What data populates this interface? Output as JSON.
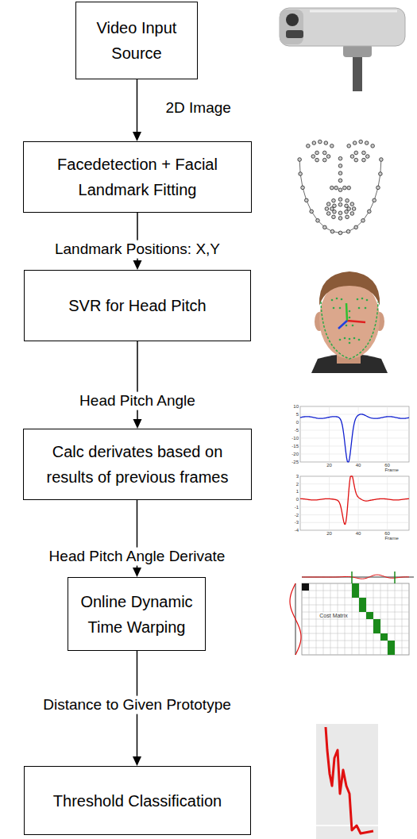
{
  "diagram": {
    "nodes": [
      {
        "text": [
          "Video Input Source"
        ]
      },
      {
        "text": [
          "Facedetection + Facial Landmark Fitting"
        ]
      },
      {
        "text": [
          "SVR for Head Pitch"
        ]
      },
      {
        "text": [
          "Calc derivates based on results of previous frames"
        ]
      },
      {
        "text": [
          "Online Dynamic Time Warping"
        ]
      },
      {
        "text": [
          "Threshold Classification"
        ]
      }
    ],
    "edges": [
      {
        "from": 0,
        "to": 1,
        "arrow": "to",
        "label": "2D Image"
      },
      {
        "from": 1,
        "to": 2,
        "arrow": "to",
        "label": "Landmark Positions: X,Y"
      },
      {
        "from": 2,
        "to": 3,
        "arrow": "to",
        "label": "Head Pitch Angle"
      },
      {
        "from": 3,
        "to": 4,
        "arrow": "to",
        "label": "Head Pitch Angle Derivate"
      },
      {
        "from": 4,
        "to": 5,
        "arrow": "to",
        "label": "Distance to Given Prototype"
      }
    ],
    "labels": [
      "10",
      "5",
      "0",
      "-5",
      "-10",
      "-15",
      "-20",
      "-25",
      "20",
      "40",
      "60",
      "Frame",
      "3",
      "2",
      "1",
      "0",
      "-1",
      "-2",
      "-3",
      "-4",
      "20",
      "40",
      "60",
      "Frame",
      "Cost Matrix"
    ]
  }
}
